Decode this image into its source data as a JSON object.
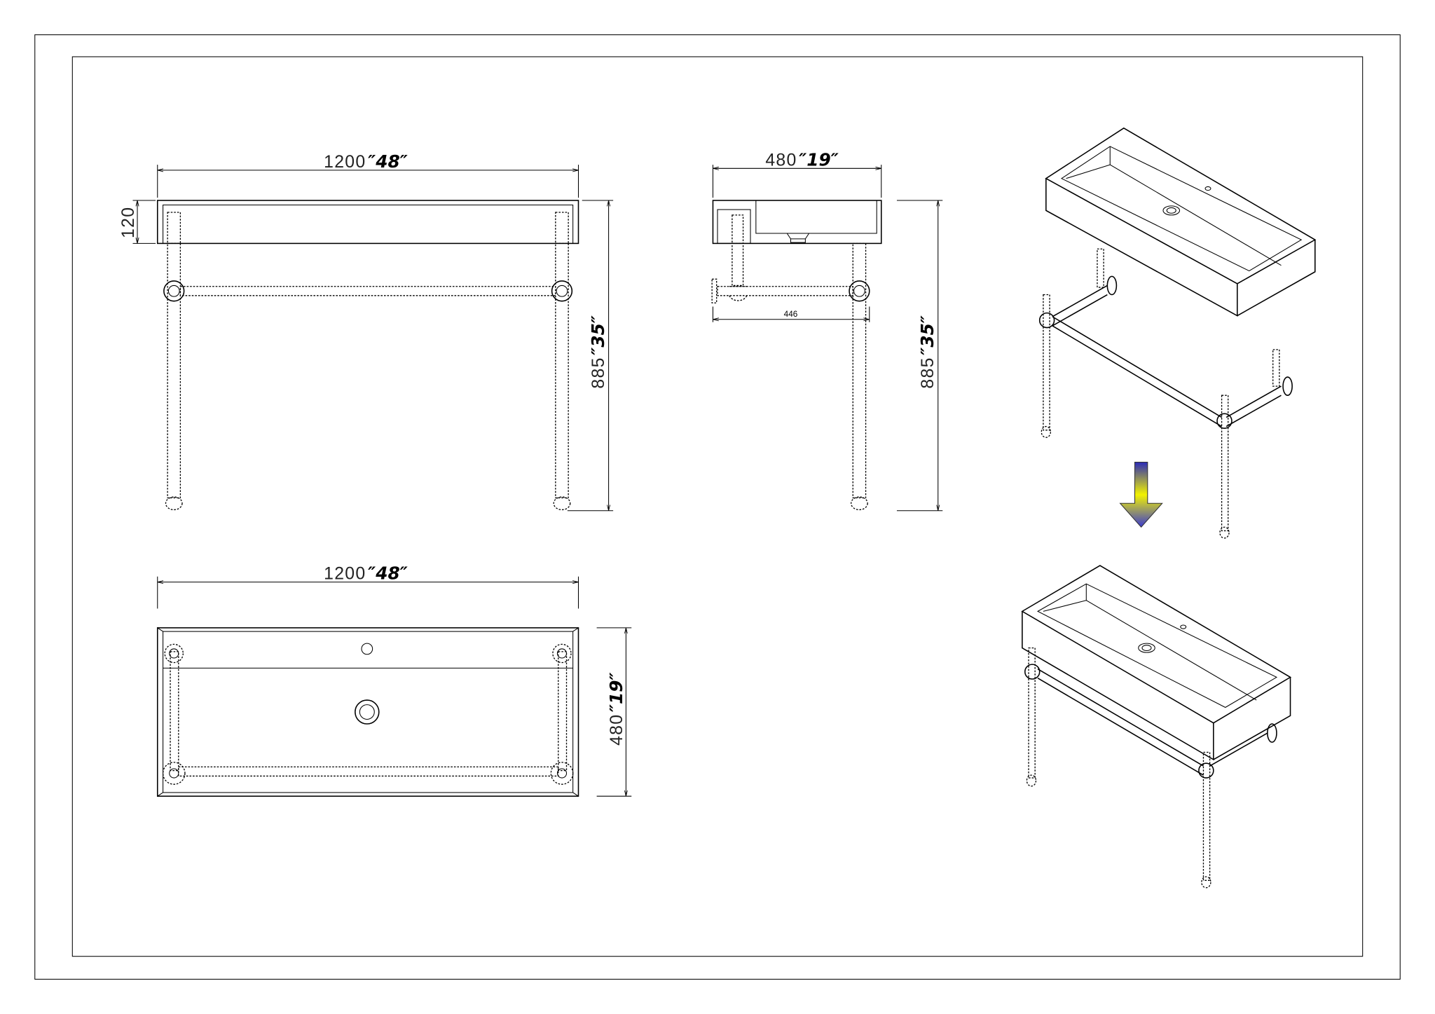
{
  "front_view": {
    "width_mm": "1200",
    "width_in": "″48″",
    "basin_height_mm": "120",
    "height_mm": "885",
    "height_in": "″35″"
  },
  "side_view": {
    "depth_mm": "480",
    "depth_in": "″19″",
    "frame_depth_mm": "446",
    "height_mm": "885",
    "height_in": "″35″"
  },
  "top_view": {
    "width_mm": "1200",
    "width_in": "″48″",
    "depth_mm": "480",
    "depth_in": "″19″"
  },
  "colors": {
    "arrow_top": "#2a2ab8",
    "arrow_mid": "#f2f200",
    "arrow_bottom": "#3a3ad0"
  }
}
